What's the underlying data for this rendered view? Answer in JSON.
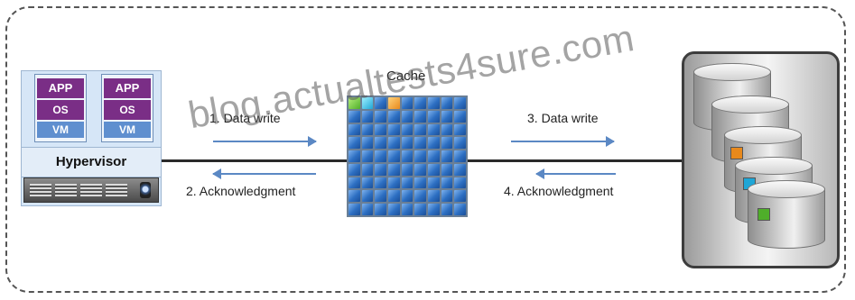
{
  "vm_left": {
    "app": "APP",
    "os": "OS",
    "vm": "VM"
  },
  "vm_right": {
    "app": "APP",
    "os": "OS",
    "vm": "VM"
  },
  "hypervisor": "Hypervisor",
  "cache": {
    "title": "Cache",
    "rows": 9,
    "cols": 9
  },
  "steps": {
    "step1": "1. Data write",
    "step2": "2. Acknowledgment",
    "step3": "3. Data write",
    "step4": "4. Acknowledgment"
  },
  "watermark": "blog.actualtests4sure.com",
  "colors": {
    "vm_purple": "#7a2e86",
    "vm_blue": "#5f8fcf",
    "arrow": "#5b88c4",
    "cache_blue": "#2d6fc2",
    "highlight_green": "#4fae2a",
    "highlight_orange": "#e8891c",
    "highlight_cyan": "#1fa6d6"
  }
}
